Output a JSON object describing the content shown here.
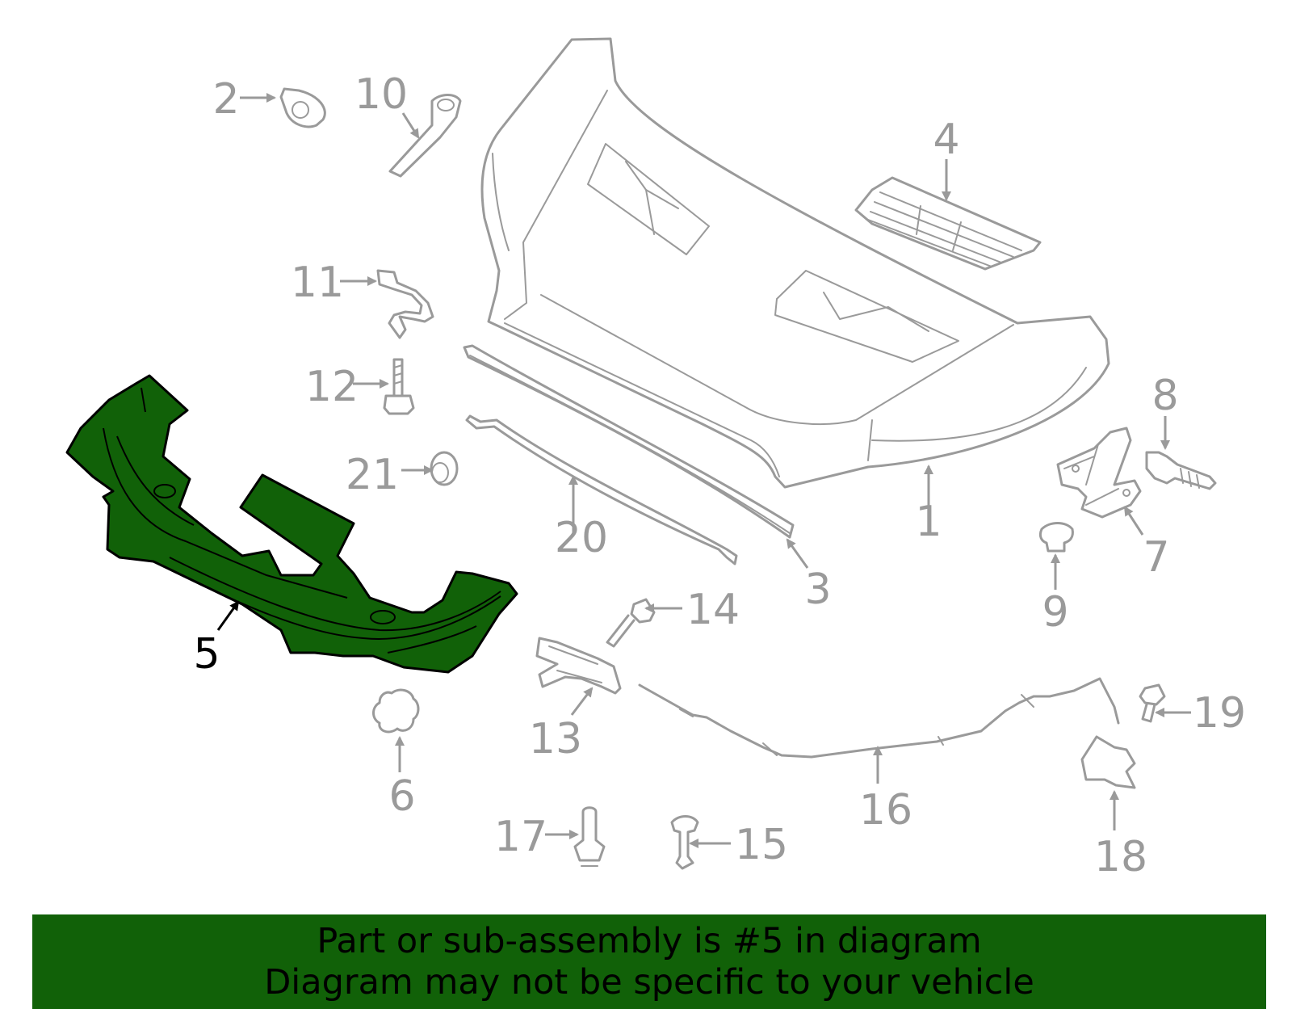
{
  "callouts": {
    "c1": "1",
    "c2": "2",
    "c3": "3",
    "c4": "4",
    "c5": "5",
    "c6": "6",
    "c7": "7",
    "c8": "8",
    "c9": "9",
    "c10": "10",
    "c11": "11",
    "c12": "12",
    "c13": "13",
    "c14": "14",
    "c15": "15",
    "c16": "16",
    "c17": "17",
    "c18": "18",
    "c19": "19",
    "c20": "20",
    "c21": "21"
  },
  "highlight": {
    "part_number": "5",
    "color": "#116108"
  },
  "colors": {
    "line": "#9a9a9a",
    "highlight_outline": "#000000",
    "banner_text": "#000000"
  },
  "banner": {
    "line1": "Part or sub-assembly is #5 in diagram",
    "line2": "Diagram may not be specific to your vehicle"
  }
}
